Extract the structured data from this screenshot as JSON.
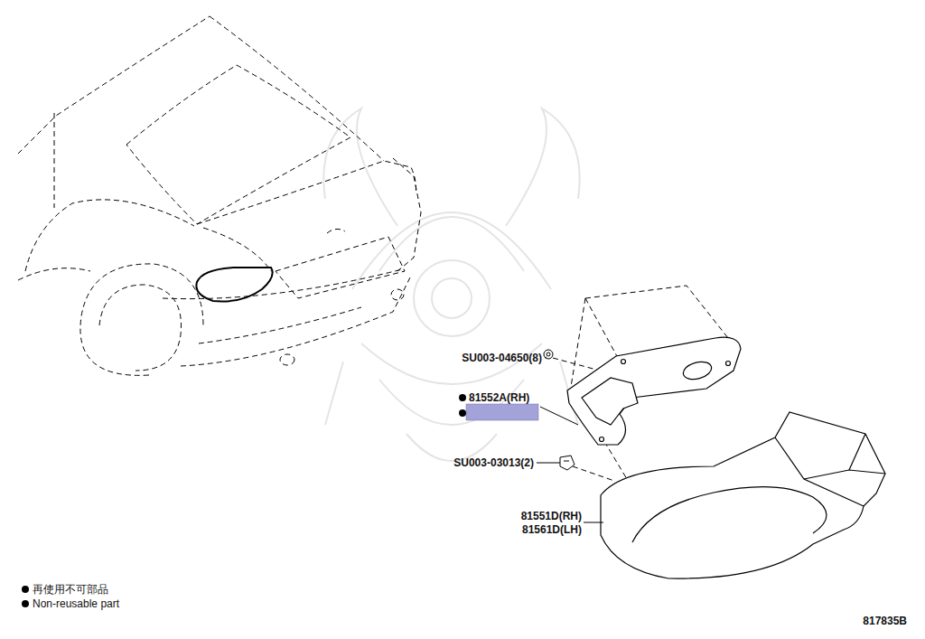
{
  "diagram": {
    "labels": [
      "SU003-04650(8)",
      "81552A(RH)",
      "SU003-03013(2)",
      "81551D(RH)",
      "81561D(LH)",
      "817835B"
    ],
    "legend": [
      {
        "text": "再使用不可部品"
      },
      {
        "text": "Non-reusable part"
      }
    ]
  }
}
